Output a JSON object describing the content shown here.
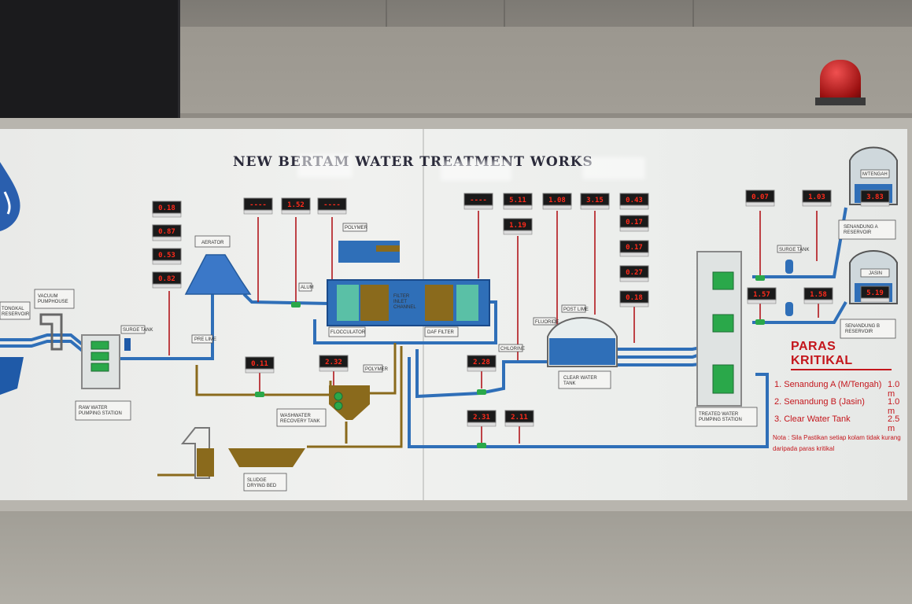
{
  "title": "NEW BERTAM WATER TREATMENT WORKS",
  "labels": {
    "tongkal": "TONGKAL\nRESERVOIR",
    "vacuum_pumphouse": "VACUUM\nPUMPHOUSE",
    "surge_tank_1": "SURGE TANK",
    "raw_water_pumping": "RAW WATER\nPUMPING STATION",
    "aerator": "AERATOR",
    "dosing_line": "PRE LIME",
    "alum": "ALUM",
    "flocculator": "FLOCCULATOR",
    "filter_inlet": "FILTER\nINLET\nCHANNEL",
    "daf_filter": "DAF FILTER",
    "washwater": "WASHWATER\nRECOVERY TANK",
    "sludge": "SLUDGE\nDRYING BED",
    "clear_water": "CLEAR WATER\nTANK",
    "post_lime": "POST LIME",
    "chlorine": "CHLORINE",
    "fluoride": "FLUORIDE",
    "treated_pumping": "TREATED WATER\nPUMPING STATION",
    "senandung_a": "SENANDUNG A\nRESERVOIR",
    "senandung_b": "SENANDUNG B\nRESERVOIR",
    "tank_a": "M/TENGAH",
    "tank_b": "JASIN",
    "surge_tank_2": "SURGE TANK",
    "polymer": "POLYMER",
    "polymer2": "POLYMER"
  },
  "meters": {
    "m1": "0.18",
    "m2": "0.87",
    "m3": "0.53",
    "m4": "0.82",
    "m5": "----",
    "m6": "1.52",
    "m7": "----",
    "m8": "----",
    "m9": "5.11",
    "m10": "1.19",
    "m11": "1.08",
    "m12": "3.15",
    "m13": "0.43",
    "m14": "0.17",
    "m15": "0.17",
    "m16": "0.27",
    "m17": "0.18",
    "m18": "0.07",
    "m19": "1.03",
    "m20": "1.57",
    "m21": "1.58",
    "m22": "3.83",
    "m23": "5.19",
    "m24": "0.11",
    "m25": "2.32",
    "m26": "2.28",
    "m27": "2.31",
    "m28": "2.11"
  },
  "kritikal": {
    "heading": "PARAS KRITIKAL",
    "rows": [
      {
        "name": "1. Senandung A (M/Tengah)",
        "value": "1.0 m"
      },
      {
        "name": "2. Senandung B (Jasin)",
        "value": "1.0 m"
      },
      {
        "name": "3. Clear Water Tank",
        "value": "2.5 m"
      }
    ],
    "note": "Nota : Sila Pastikan setiap kolam tidak kurang daripada paras kritikal"
  },
  "colors": {
    "pipe_blue": "#2f6fb8",
    "pipe_brown": "#8a6a1c",
    "signal_red": "#b2161c",
    "valve_green": "#2aa84a",
    "meter_red": "#ff2a1a"
  }
}
